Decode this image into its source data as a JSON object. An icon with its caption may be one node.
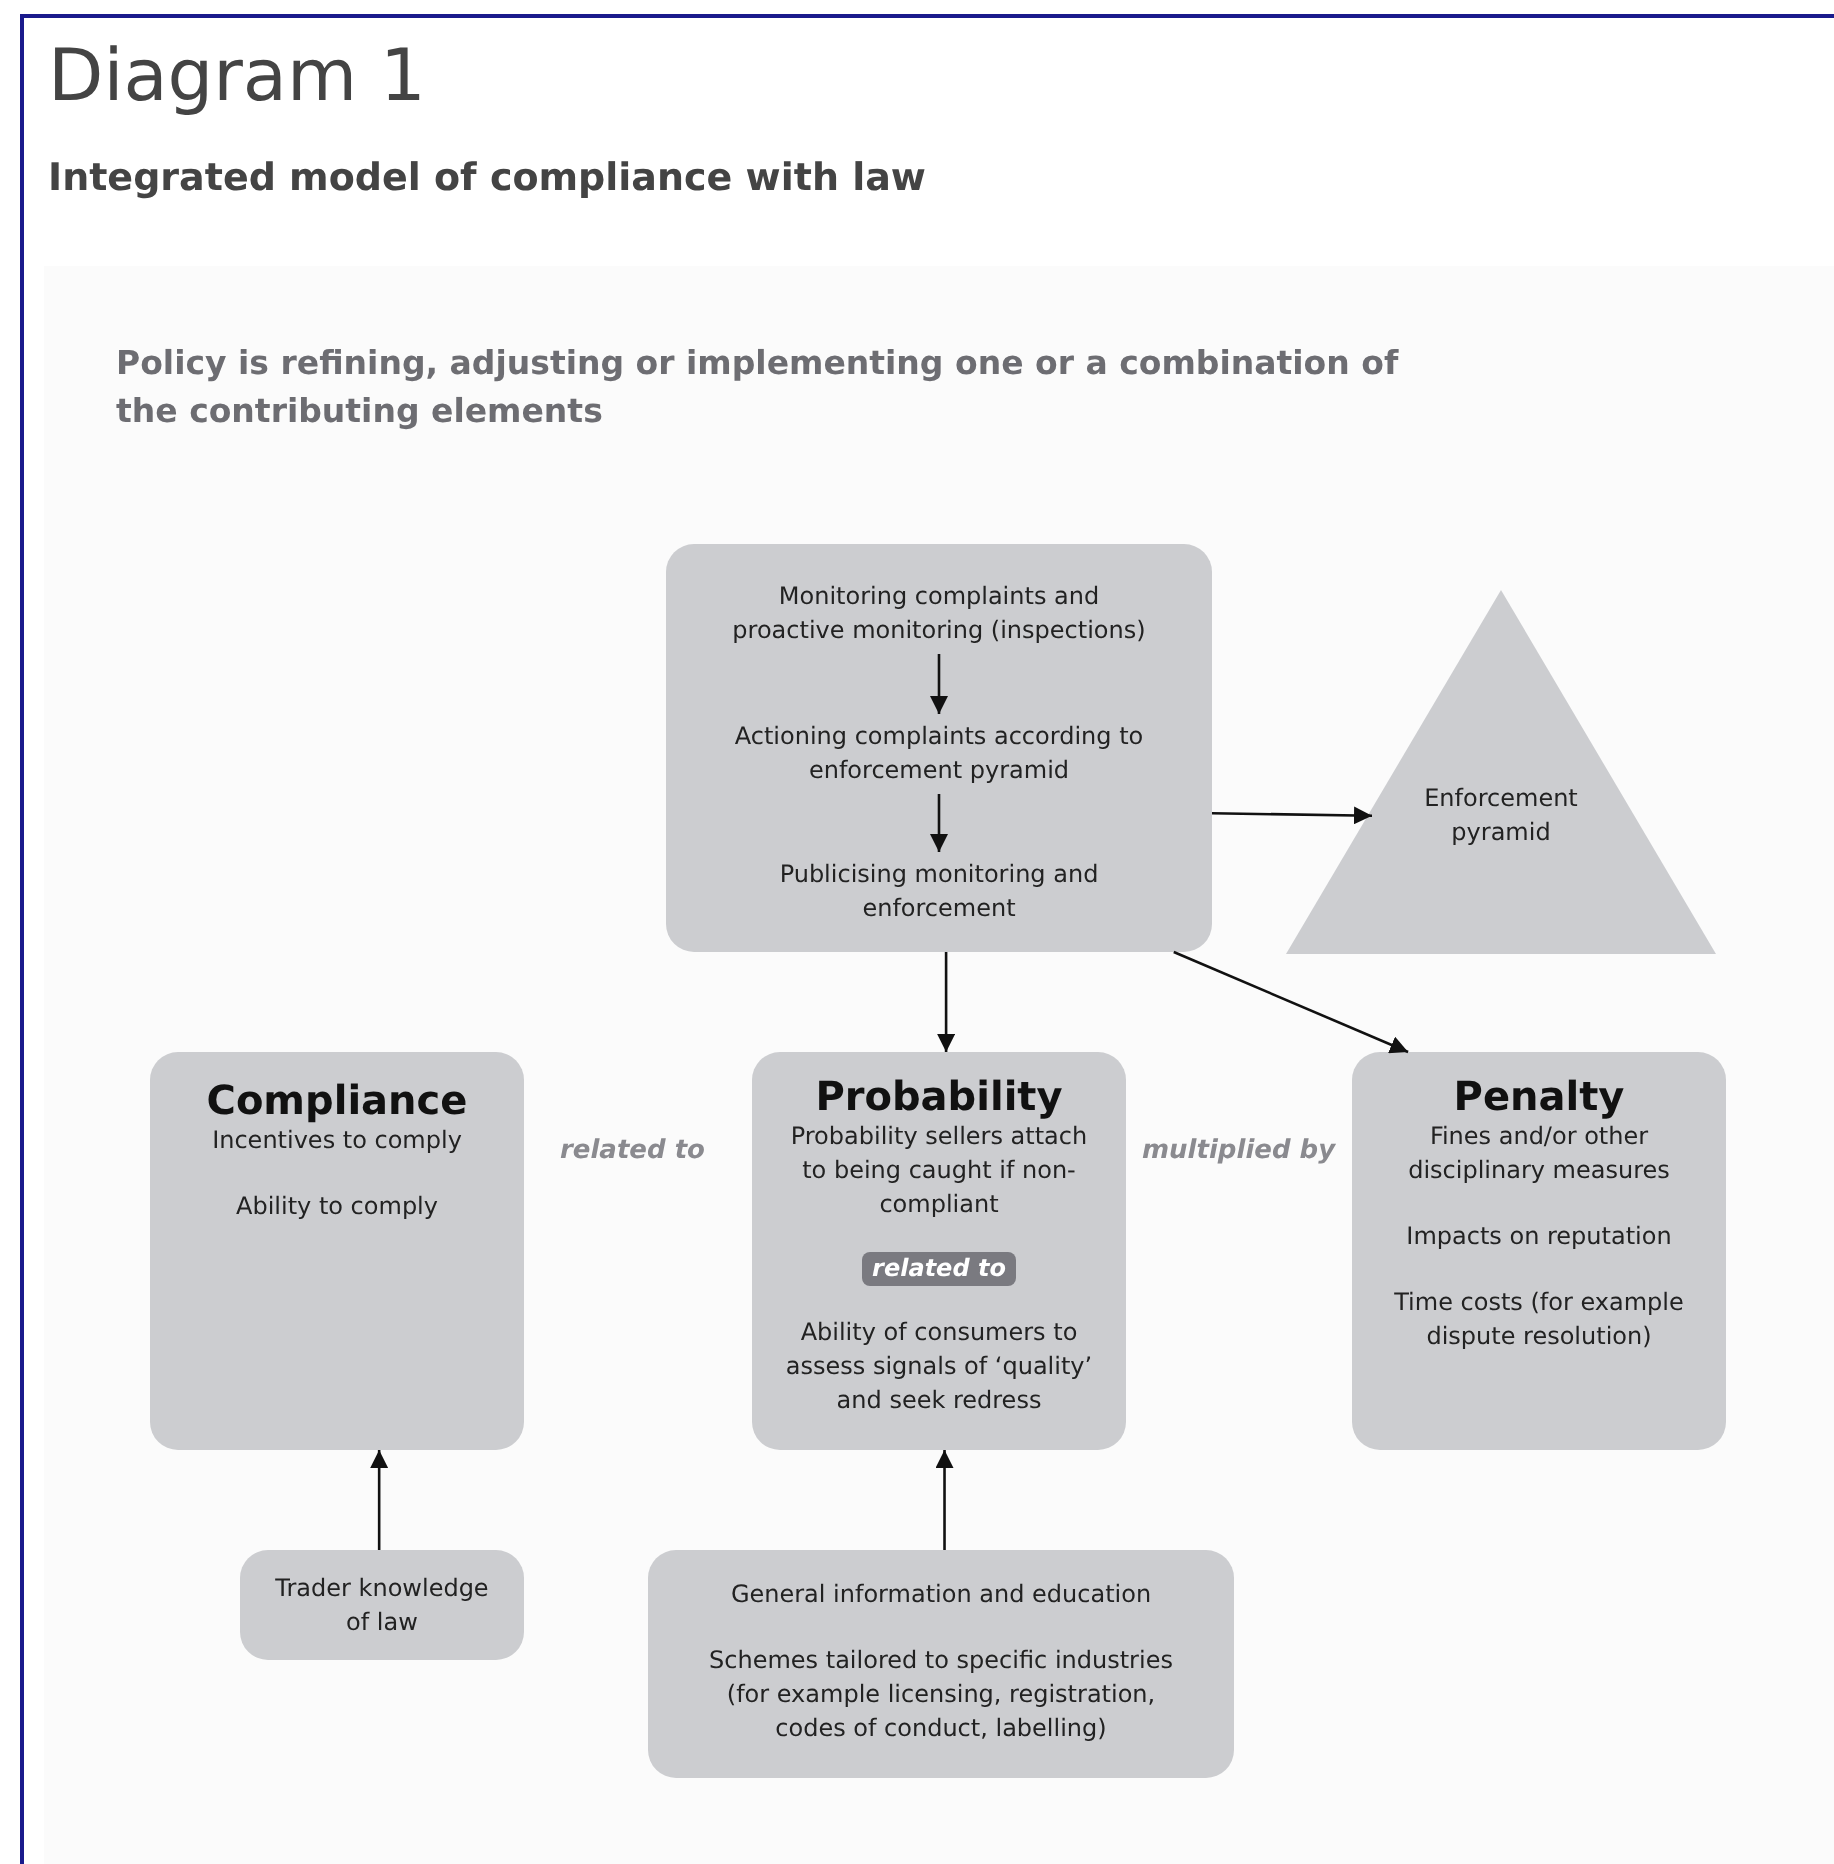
{
  "diagram": {
    "title": "Diagram 1",
    "nodes": [
      {
        "text": [],
        "shape": "box"
      },
      {
        "text": [
          "Monitoring complaints and proactive monitoring (inspections)"
        ],
        "in": 0
      },
      {
        "text": [
          "Actioning complaints according to enforcement pyramid"
        ],
        "in": 0
      },
      {
        "text": [
          "Publicising monitoring and enforcement"
        ],
        "in": 0
      },
      {
        "text": [
          "Enforcement pyramid"
        ]
      },
      {
        "text": [
          "Compliance",
          "Incentives to comply",
          "Ability to comply"
        ]
      },
      {
        "text": [
          "Probability",
          "Probability sellers attach to being caught if non-compliant",
          "related to",
          "Ability of consumers to assess signals of ‘quality’ and seek redress"
        ]
      },
      {
        "text": [
          "Penalty",
          "Fines and/or other disciplinary measures",
          "Impacts on reputation",
          "Time costs (for example dispute resolution)"
        ]
      },
      {
        "text": [
          "Trader knowledge of law"
        ]
      },
      {
        "text": [
          "General information and education",
          "Schemes tailored to specific industries (for example licensing, registration, codes of conduct, labelling)"
        ]
      }
    ],
    "edges": [
      {
        "from": 1,
        "to": 2,
        "arrow": "to"
      },
      {
        "from": 2,
        "to": 3,
        "arrow": "to"
      },
      {
        "from": 0,
        "to": 4,
        "arrow": "to"
      },
      {
        "from": 0,
        "to": 6,
        "arrow": "to"
      },
      {
        "from": 0,
        "to": 7,
        "arrow": "to"
      },
      {
        "from": 8,
        "to": 5,
        "arrow": "to"
      },
      {
        "from": 9,
        "to": 6,
        "arrow": "to"
      }
    ],
    "labels": [
      "Integrated model of compliance with law",
      "Policy is refining, adjusting or implementing one or a combination of the contributing elements",
      "related to",
      "multiplied by"
    ]
  }
}
